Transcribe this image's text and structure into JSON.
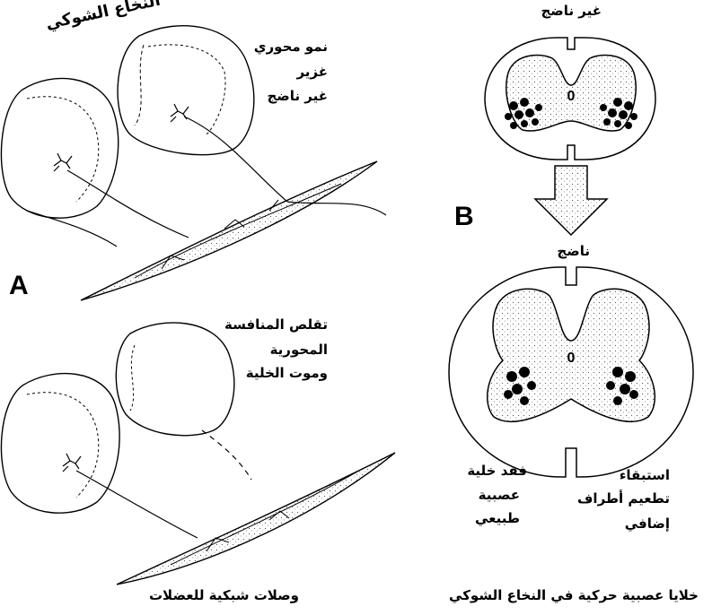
{
  "labels": {
    "spinal_cord": "النخاع الشوكي",
    "axonal_growth": "نمو محوري",
    "abundant": "غزير",
    "immature_left": "غير ناضج",
    "immature_top": "غير ناضج",
    "mature": "ناضج",
    "shrink_1": "تقلص المنافسة",
    "shrink_2": "المحورية",
    "shrink_3": "وموت الخلية",
    "loss_1": "فقد خلية",
    "loss_2": "عصبية",
    "loss_3": "طبيعي",
    "retain_1": "استبقاء",
    "retain_2": "تطعيم أطراف",
    "retain_3": "إضافي",
    "caption_left": "وصلات شبكية للعضلات",
    "caption_right": "خلايا عصبية حركية في النخاع الشوكي",
    "panel_a": "A",
    "panel_b": "B"
  },
  "central_canal_label": "0"
}
